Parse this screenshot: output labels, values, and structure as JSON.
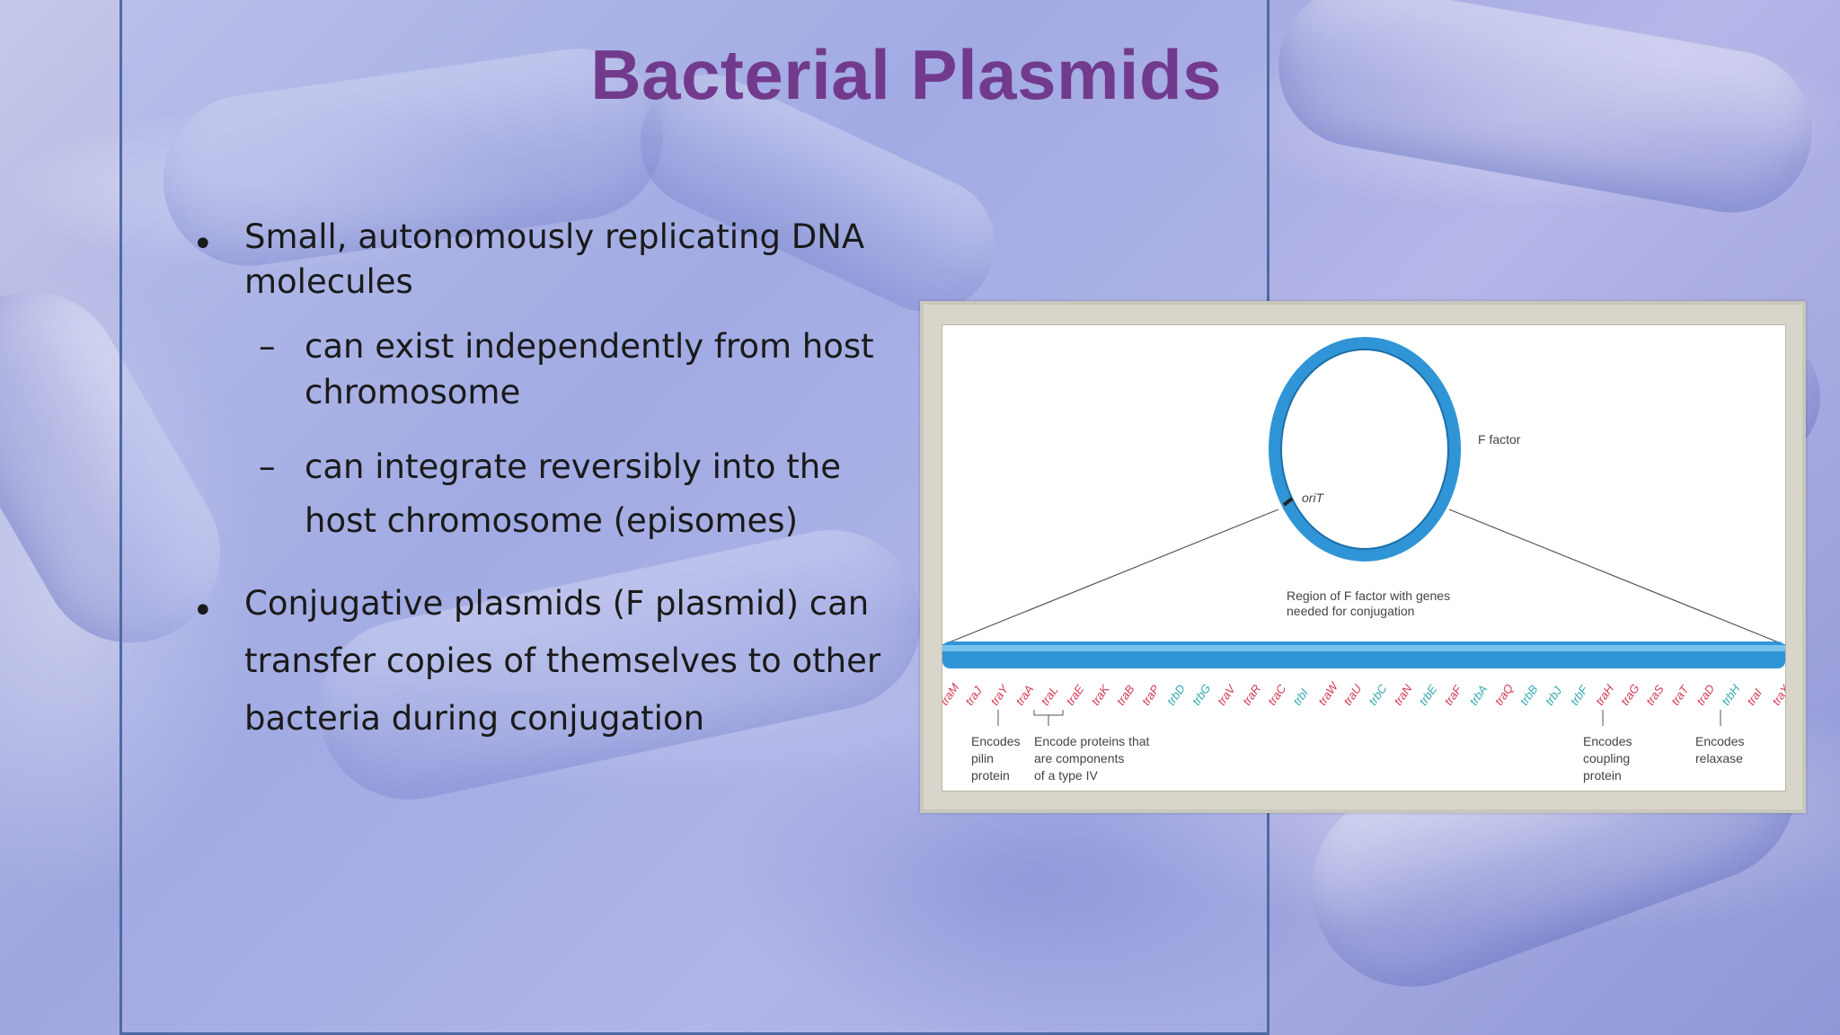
{
  "slide": {
    "title": "Bacterial Plasmids",
    "bullets": [
      {
        "text_lines": [
          "Small, autonomously replicating DNA",
          "molecules"
        ]
      },
      {
        "text_lines": [
          "can exist independently from host",
          "chromosome"
        ]
      },
      {
        "text_lines": [
          "can integrate reversibly into the",
          "host chromosome  (episomes)"
        ]
      },
      {
        "text_lines": [
          "Conjugative plasmids (F plasmid) can",
          "transfer copies  of themselves to other",
          "bacteria during conjugation"
        ]
      }
    ],
    "bullet_symbol": "•",
    "sub_bullet_symbol": "–"
  },
  "figure": {
    "circle_label": "F factor",
    "origin_label": "oriT",
    "region_label_lines": [
      "Region of F factor with genes",
      "needed for conjugation"
    ],
    "genes": [
      "traM",
      "traJ",
      "traY",
      "traA",
      "traL",
      "traE",
      "traK",
      "traB",
      "traP",
      "trbD",
      "trbG",
      "traV",
      "traR",
      "traC",
      "trbI",
      "traW",
      "traU",
      "trbC",
      "traN",
      "trbE",
      "traF",
      "trbA",
      "traQ",
      "trbB",
      "trbJ",
      "trbF",
      "traH",
      "traG",
      "traS",
      "traT",
      "traD",
      "trbH",
      "traI",
      "traX"
    ],
    "notes": [
      {
        "lines": [
          "Encodes",
          "pilin",
          "protein"
        ]
      },
      {
        "lines": [
          "Encode proteins that",
          "are components",
          "of a type IV"
        ]
      },
      {
        "lines": [
          "Encodes",
          "coupling",
          "protein"
        ]
      },
      {
        "lines": [
          "Encodes",
          "relaxase"
        ]
      }
    ],
    "colors": {
      "ring": "#2f95d6",
      "gene_red": "#d23b56",
      "gene_teal": "#33a9b3",
      "title": "#723a8c"
    }
  }
}
